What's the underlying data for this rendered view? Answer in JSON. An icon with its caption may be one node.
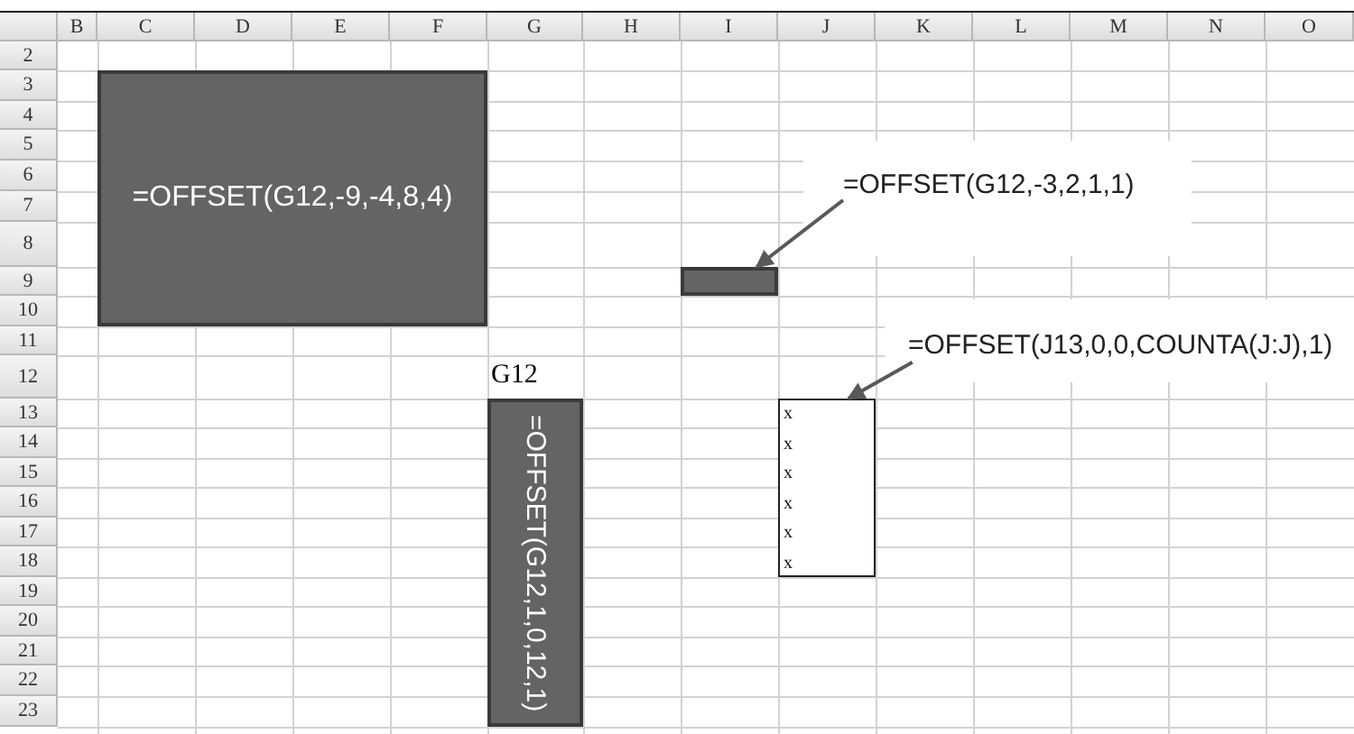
{
  "diagram": {
    "nodes": [
      {
        "text": [
          "=OFFSET(G12,-9,-4,8,4)"
        ]
      },
      {
        "text": [
          "=OFFSET(G12,-3,2,1,1)"
        ]
      },
      {
        "text": [],
        "shape": "box"
      },
      {
        "text": [
          "=OFFSET(J13,0,0,COUNTA(J:J),1)"
        ]
      },
      {
        "text": [
          "x",
          "x",
          "x",
          "x",
          "x",
          "x"
        ]
      },
      {
        "text": [
          "=OFFSET(G12,1,0,12,1)"
        ]
      }
    ],
    "edges": [
      {
        "from": 1,
        "to": 2,
        "arrow": "to"
      },
      {
        "from": 3,
        "to": 4,
        "arrow": "to"
      }
    ],
    "labels": [
      "B",
      "C",
      "D",
      "E",
      "F",
      "G",
      "H",
      "I",
      "J",
      "K",
      "L",
      "M",
      "N",
      "O",
      "2",
      "3",
      "4",
      "5",
      "6",
      "7",
      "8",
      "9",
      "10",
      "11",
      "12",
      "13",
      "14",
      "15",
      "16",
      "17",
      "18",
      "19",
      "20",
      "21",
      "22",
      "23",
      "G12"
    ]
  }
}
